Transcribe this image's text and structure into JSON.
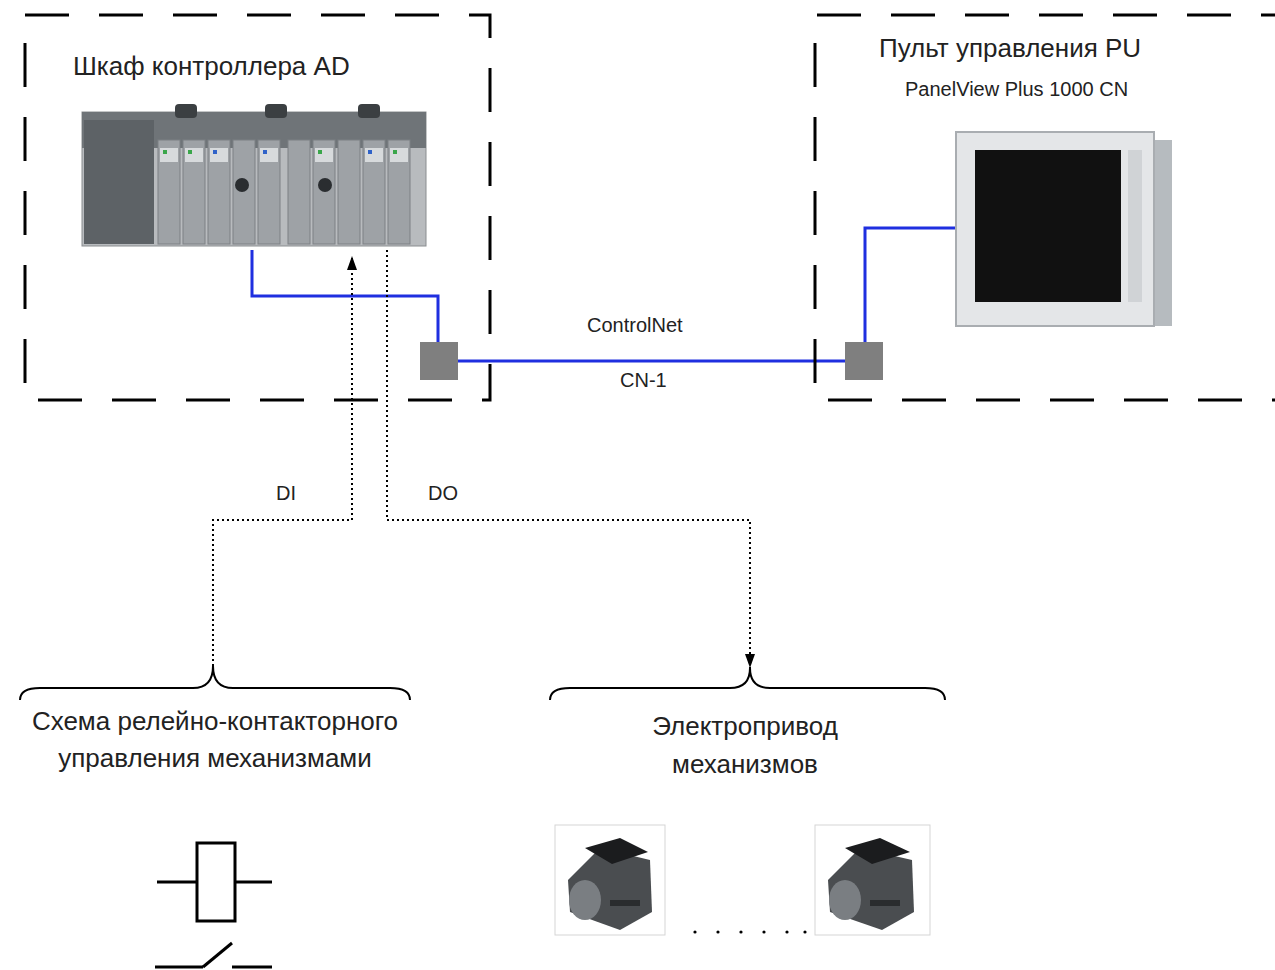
{
  "diagram": {
    "nodes": [
      {
        "text": [
          "Шкаф контроллера AD"
        ]
      },
      {
        "text": [
          "Пульт управления PU",
          "PanelView Plus 1000 CN"
        ]
      },
      {
        "text": [
          "Схема релейно-контакторного управления механизмами"
        ]
      },
      {
        "text": [
          "Электропривод механизмов"
        ]
      }
    ],
    "edges": [
      {
        "from": 0,
        "to": 1,
        "arrow": "none",
        "label": "ControlNet"
      },
      {
        "from": 2,
        "to": 0,
        "arrow": "to",
        "label": "DI"
      },
      {
        "from": 0,
        "to": 3,
        "arrow": "to",
        "label": "DO"
      }
    ],
    "labels": [
      "CN-1"
    ]
  }
}
